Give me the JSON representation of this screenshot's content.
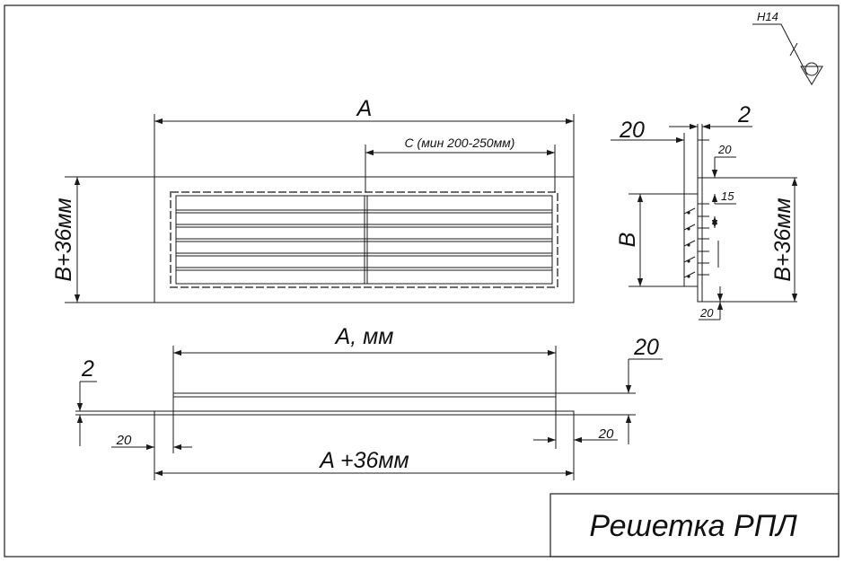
{
  "title_block": {
    "title": "Решетка РПЛ"
  },
  "surface_finish": {
    "label": "H14"
  },
  "front_view": {
    "dim_width": "A",
    "dim_spacing": "C (мин 200-250мм)",
    "dim_height": "B+36мм"
  },
  "side_view": {
    "dim_flange": "20",
    "dim_thickness": "2",
    "dim_top_offset": "20",
    "dim_fin_pitch": "15",
    "dim_bottom_offset": "20",
    "dim_height_inner": "B",
    "dim_height_outer": "B+36мм"
  },
  "bottom_view": {
    "dim_inner": "A, мм",
    "dim_outer": "A +36мм",
    "dim_thickness": "2",
    "dim_depth": "20",
    "dim_left_flange": "20",
    "dim_right_flange": "20"
  },
  "colors": {
    "line": "#1a1a1a",
    "dashed": "#6e6e6e",
    "paper": "#ffffff"
  }
}
